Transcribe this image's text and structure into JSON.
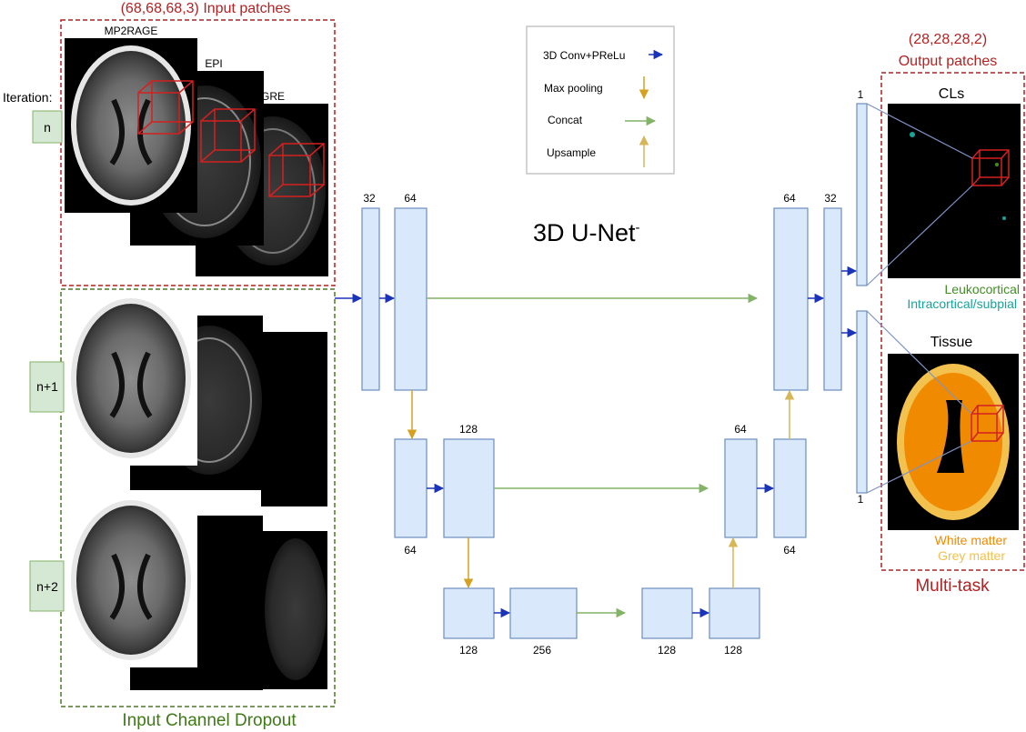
{
  "input": {
    "caption": "(68,68,68,3) Input patches",
    "iteration_label": "Iteration:",
    "iterations": [
      "n",
      "n+1",
      "n+2"
    ],
    "modalities": [
      "MP2RAGE",
      "EPI",
      "GRE"
    ],
    "dropout_caption": "Input Channel Dropout"
  },
  "legend": {
    "conv": "3D Conv+PReLu",
    "pool": "Max pooling",
    "concat": "Concat",
    "upsample": "Upsample"
  },
  "network": {
    "title": "3D U-Net",
    "title_sup": "-",
    "channels": {
      "enc1a": "32",
      "enc1b": "64",
      "enc2a": "64",
      "enc2b": "128",
      "enc3a": "128",
      "bottleneck": "256",
      "dec3a": "128",
      "dec3b": "128",
      "dec2a": "64",
      "dec2b": "64",
      "dec1a": "64",
      "dec1b": "32",
      "out_top": "1",
      "out_bottom": "1"
    }
  },
  "output": {
    "caption_dims": "(28,28,28,2)",
    "caption": "Output patches",
    "cls_title": "CLs",
    "cls_legend_1": "Leukocortical",
    "cls_legend_2": "Intracortical/subpial",
    "tissue_title": "Tissue",
    "tissue_legend_1": "White matter",
    "tissue_legend_2": "Grey matter",
    "multitask_caption": "Multi-task"
  },
  "colors": {
    "block_fill": "#dae8fc",
    "block_stroke": "#6c8ebf",
    "conv_arrow": "#1a33b8",
    "pool_arrow": "#d6a020",
    "concat_arrow": "#82b366",
    "upsample_arrow": "#d6b656",
    "input_box": "#b22222",
    "dropout_box": "#4a7a1e",
    "iteration_fill": "#d5e8d4",
    "iteration_stroke": "#82b366",
    "leuko": "#3f8f1f",
    "intra": "#1aa39a",
    "white_matter": "#f08a00",
    "grey_matter": "#f2c14e"
  }
}
